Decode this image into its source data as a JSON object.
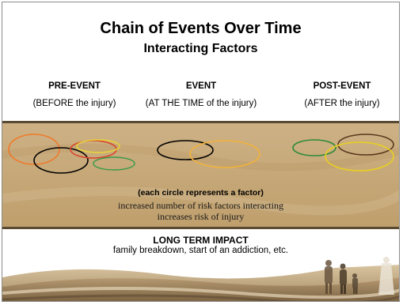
{
  "title": "Chain of Events Over Time",
  "subtitle": "Interacting Factors",
  "columns": [
    {
      "heading": "PRE-EVENT",
      "subheading": "(BEFORE the injury)"
    },
    {
      "heading": "EVENT",
      "subheading": "(AT THE TIME of the injury)"
    },
    {
      "heading": "POST-EVENT",
      "subheading": "(AFTER the injury)"
    }
  ],
  "factor_band": {
    "note": "(each circle represents a factor)",
    "line1": "increased number of risk factors interacting",
    "line2": "increases risk of injury",
    "background_color": "#c8ab7a",
    "circle_colors": {
      "pre_event": [
        "#f07a2a",
        "#000000",
        "#d9452b",
        "#e8d23a",
        "#3a9a4a"
      ],
      "event": [
        "#000000",
        "#f2b23a"
      ],
      "post_event": [
        "#2e8a3a",
        "#5a3a1e",
        "#e8d020"
      ]
    }
  },
  "impact": {
    "heading": "LONG TERM IMPACT",
    "text": "family breakdown, start of an addiction, etc."
  }
}
